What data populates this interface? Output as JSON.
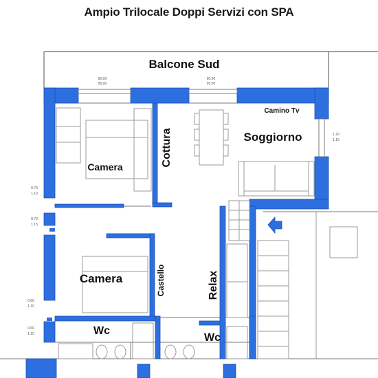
{
  "title": "Ampio Trilocale Doppi Servizi con SPA",
  "colors": {
    "wall": "#2e6fe0",
    "wall_stroke": "#1c4fb5",
    "line": "#6b6b6b",
    "arrow": "#2e6fe0"
  },
  "rooms": {
    "balcony": "Balcone Sud",
    "living": "Soggiorno",
    "fireplace": "Camino Tv",
    "kitchen": "Cottura",
    "bedroom_top": "Camera",
    "bedroom_bottom": "Camera",
    "closet": "Castello",
    "relax": "Relax",
    "wc_left": "Wc",
    "wc_right": "Wc"
  },
  "dimensions": {
    "window_top_left": "90.00",
    "window_top_left_2": "95.00",
    "window_top_mid": "90.00",
    "window_top_mid_2": "95.00",
    "right_window": "1.20",
    "right_window_2": "1.15",
    "left_1": "0.70",
    "left_1b": "1.10",
    "left_2": "0.70",
    "left_2b": "1.15",
    "left_3": "0.60",
    "left_3b": "1.10",
    "left_4": "0.60",
    "left_4b": "1.15"
  },
  "icons": [
    "entrance-arrow-icon"
  ]
}
